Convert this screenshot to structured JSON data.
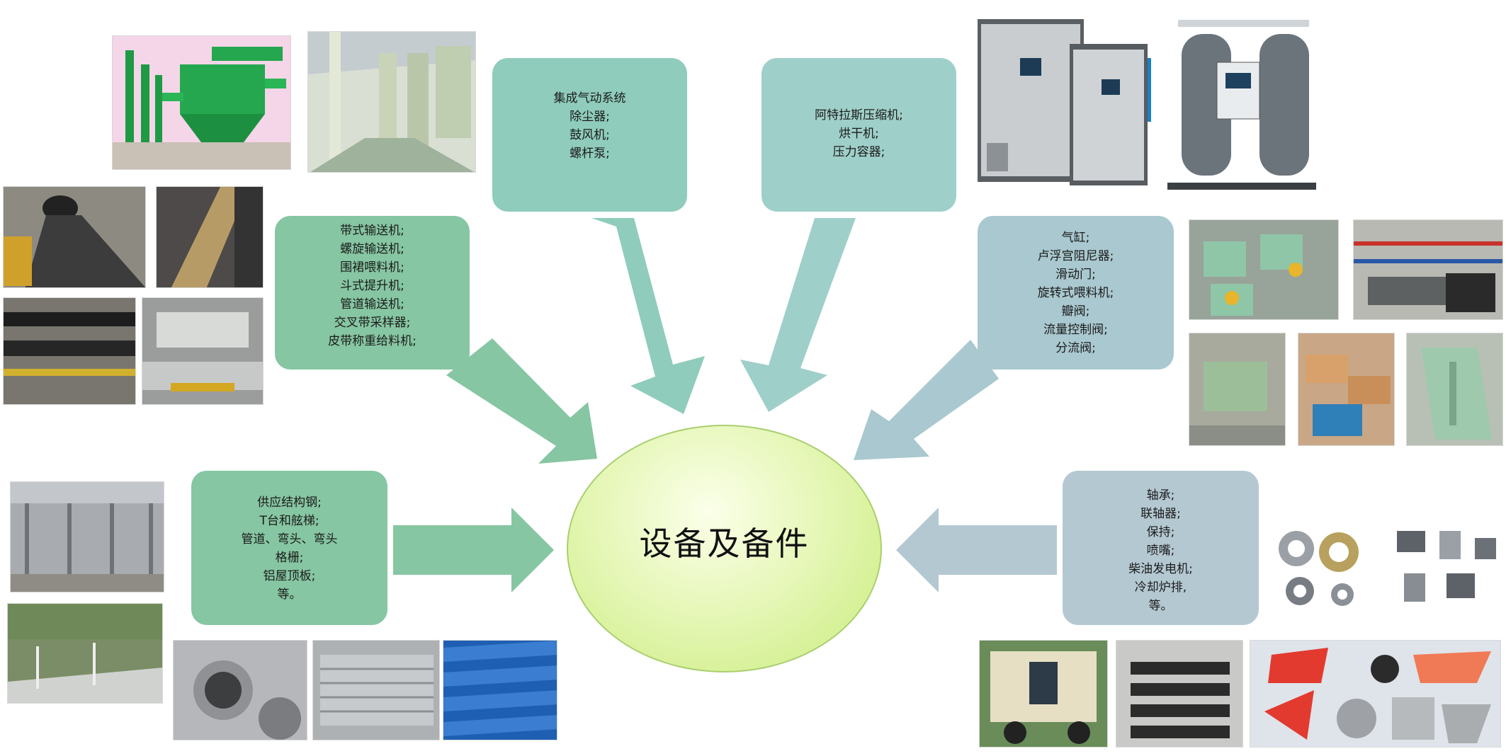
{
  "center": {
    "label": "设备及备件"
  },
  "boxes": {
    "pneumatic": [
      "集成气动系统",
      "除尘器;",
      "鼓风机;",
      "螺杆泵;"
    ],
    "compressor": [
      "阿特拉斯压缩机;",
      "烘干机;",
      "压力容器;"
    ],
    "conveyor": [
      "带式输送机;",
      "螺旋输送机;",
      "围裙喂料机;",
      "斗式提升机;",
      "管道输送机;",
      "交叉带采样器;",
      "皮带称重给料机;"
    ],
    "valves": [
      "气缸;",
      "卢浮宫阻尼器;",
      "滑动门;",
      "旋转式喂料机;",
      "瓣阀;",
      "流量控制阀;",
      "分流阀;"
    ],
    "steel": [
      "供应结构钢;",
      "T台和舷梯;",
      "管道、弯头、弯头",
      "格栅;",
      "铝屋顶板;",
      "等。"
    ],
    "parts": [
      "轴承;",
      "联轴器;",
      "保持;",
      "喷嘴;",
      "柴油发电机;",
      "冷却炉排,",
      "等。"
    ]
  },
  "colors": {
    "green": "#86c6a2",
    "teal": "#8fccbb",
    "blue": "#a9c8cf",
    "grey": "#b4c8d2",
    "center_fill": "#d9f39c"
  }
}
